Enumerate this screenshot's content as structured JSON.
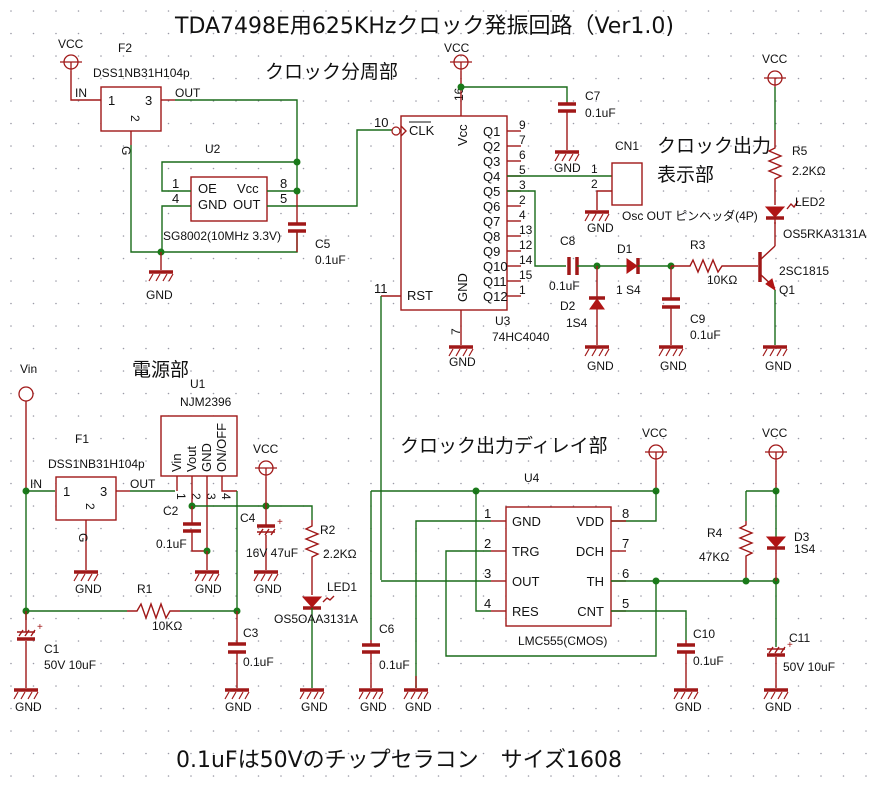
{
  "title": "TDA7498E用625KHzクロック発振回路（Ver1.0)",
  "footer_note": "0.1uFは50Vのチップセラコン　サイズ1608",
  "sections": {
    "clock_divider": "クロック分周部",
    "clock_output_display_1": "クロック出力",
    "clock_output_display_2": "表示部",
    "power": "電源部",
    "clock_output_delay": "クロック出力ディレイ部"
  },
  "nets": {
    "vcc": "VCC",
    "vin": "Vin",
    "gnd": "GND"
  },
  "components": {
    "F2": {
      "ref": "F2",
      "value": "DSS1NB31H104p",
      "pin1": "1",
      "pin2": "2",
      "pin3": "3",
      "in": "IN",
      "out": "OUT",
      "g": "G"
    },
    "F1": {
      "ref": "F1",
      "value": "DSS1NB31H104p",
      "pin1": "1",
      "pin2": "2",
      "pin3": "3",
      "in": "IN",
      "out": "OUT",
      "g": "G"
    },
    "U2": {
      "ref": "U2",
      "value": "SG8002(10MHz 3.3V)",
      "pins": {
        "oe": "OE",
        "gnd": "GND",
        "vcc": "Vcc",
        "out": "OUT",
        "n1": "1",
        "n4": "4",
        "n8": "8",
        "n5": "5"
      }
    },
    "U3": {
      "ref": "U3",
      "value": "74HC4040",
      "clk": "CLK",
      "clk_pin": "10",
      "rst": "RST",
      "rst_pin": "11",
      "vcc": "Vcc",
      "vcc_pin": "16",
      "gnd": "GND",
      "gnd_pin": "7",
      "outputs": [
        {
          "name": "Q1",
          "pin": "9"
        },
        {
          "name": "Q2",
          "pin": "7"
        },
        {
          "name": "Q3",
          "pin": "6"
        },
        {
          "name": "Q4",
          "pin": "5"
        },
        {
          "name": "Q5",
          "pin": "3"
        },
        {
          "name": "Q6",
          "pin": "2"
        },
        {
          "name": "Q7",
          "pin": "4"
        },
        {
          "name": "Q8",
          "pin": "13"
        },
        {
          "name": "Q9",
          "pin": "12"
        },
        {
          "name": "Q10",
          "pin": "14"
        },
        {
          "name": "Q11",
          "pin": "15"
        },
        {
          "name": "Q12",
          "pin": "1"
        }
      ]
    },
    "U1": {
      "ref": "U1",
      "value": "NJM2396",
      "pins": [
        "Vin",
        "Vout",
        "GND",
        "ON/OFF"
      ],
      "pin_numbers": [
        "1",
        "2",
        "3",
        "4"
      ]
    },
    "U4": {
      "ref": "U4",
      "value": "LMC555(CMOS)",
      "left": [
        {
          "name": "GND",
          "pin": "1"
        },
        {
          "name": "TRG",
          "pin": "2"
        },
        {
          "name": "OUT",
          "pin": "3"
        },
        {
          "name": "RES",
          "pin": "4"
        }
      ],
      "right": [
        {
          "name": "VDD",
          "pin": "8"
        },
        {
          "name": "DCH",
          "pin": "7"
        },
        {
          "name": "TH",
          "pin": "6"
        },
        {
          "name": "CNT",
          "pin": "5"
        }
      ]
    },
    "CN1": {
      "ref": "CN1",
      "value": "Osc OUT ピンヘッダ(4P)",
      "pin1": "1",
      "pin2": "2"
    },
    "C1": {
      "ref": "C1",
      "value": "50V 10uF"
    },
    "C2": {
      "ref": "C2",
      "value": "0.1uF"
    },
    "C3": {
      "ref": "C3",
      "value": "0.1uF"
    },
    "C4": {
      "ref": "C4",
      "value": "16V 47uF"
    },
    "C5": {
      "ref": "C5",
      "value": "0.1uF"
    },
    "C6": {
      "ref": "C6",
      "value": "0.1uF"
    },
    "C7": {
      "ref": "C7",
      "value": "0.1uF"
    },
    "C8": {
      "ref": "C8",
      "value": "0.1uF"
    },
    "C9": {
      "ref": "C9",
      "value": "0.1uF"
    },
    "C10": {
      "ref": "C10",
      "value": "0.1uF"
    },
    "C11": {
      "ref": "C11",
      "value": "50V 10uF"
    },
    "R1": {
      "ref": "R1",
      "value": "10KΩ"
    },
    "R2": {
      "ref": "R2",
      "value": "2.2KΩ"
    },
    "R3": {
      "ref": "R3",
      "value": "10KΩ"
    },
    "R4": {
      "ref": "R4",
      "value": "47KΩ"
    },
    "R5": {
      "ref": "R5",
      "value": "2.2KΩ"
    },
    "D1": {
      "ref": "D1",
      "value": "1 S4"
    },
    "D2": {
      "ref": "D2",
      "value": "1S4"
    },
    "D3": {
      "ref": "D3",
      "value": "1S4"
    },
    "LED1": {
      "ref": "LED1",
      "value": "OS5OAA3131A"
    },
    "LED2": {
      "ref": "LED2",
      "value": "OS5RKA3131A"
    },
    "Q1": {
      "ref": "Q1",
      "value": "2SC1815"
    }
  }
}
